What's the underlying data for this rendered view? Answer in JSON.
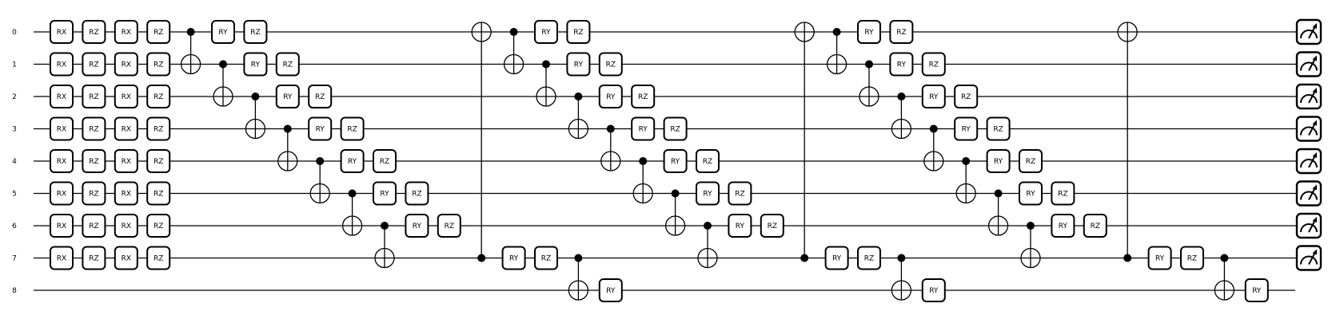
{
  "diagram": {
    "type": "quantum-circuit",
    "qubit_labels": [
      "0",
      "1",
      "2",
      "3",
      "4",
      "5",
      "6",
      "7",
      "8"
    ],
    "measured_qubits": [
      0,
      1,
      2,
      3,
      4,
      5,
      6,
      7
    ],
    "measure_icon": "meter-icon",
    "gates": [
      {
        "name": "RX",
        "qubits": [
          0,
          1,
          2,
          3,
          4,
          5,
          6,
          7
        ],
        "col": 0
      },
      {
        "name": "RZ",
        "qubits": [
          0,
          1,
          2,
          3,
          4,
          5,
          6,
          7
        ],
        "col": 1
      },
      {
        "name": "RX",
        "qubits": [
          0,
          1,
          2,
          3,
          4,
          5,
          6,
          7
        ],
        "col": 2
      },
      {
        "name": "RZ",
        "qubits": [
          0,
          1,
          2,
          3,
          4,
          5,
          6,
          7
        ],
        "col": 3
      },
      {
        "name": "CNOT",
        "control": 0,
        "target": 1,
        "col": 4
      },
      {
        "name": "RY",
        "qubits": [
          0
        ],
        "col": 5
      },
      {
        "name": "RZ",
        "qubits": [
          0
        ],
        "col": 6
      },
      {
        "name": "CNOT",
        "control": 1,
        "target": 2,
        "col": 5
      },
      {
        "name": "RY",
        "qubits": [
          1
        ],
        "col": 6
      },
      {
        "name": "RZ",
        "qubits": [
          1
        ],
        "col": 7
      },
      {
        "name": "CNOT",
        "control": 2,
        "target": 3,
        "col": 6
      },
      {
        "name": "RY",
        "qubits": [
          2
        ],
        "col": 7
      },
      {
        "name": "RZ",
        "qubits": [
          2
        ],
        "col": 8
      },
      {
        "name": "CNOT",
        "control": 3,
        "target": 4,
        "col": 7
      },
      {
        "name": "RY",
        "qubits": [
          3
        ],
        "col": 8
      },
      {
        "name": "RZ",
        "qubits": [
          3
        ],
        "col": 9
      },
      {
        "name": "CNOT",
        "control": 4,
        "target": 5,
        "col": 8
      },
      {
        "name": "RY",
        "qubits": [
          4
        ],
        "col": 9
      },
      {
        "name": "RZ",
        "qubits": [
          4
        ],
        "col": 10
      },
      {
        "name": "CNOT",
        "control": 5,
        "target": 6,
        "col": 9
      },
      {
        "name": "RY",
        "qubits": [
          5
        ],
        "col": 10
      },
      {
        "name": "RZ",
        "qubits": [
          5
        ],
        "col": 11
      },
      {
        "name": "CNOT",
        "control": 6,
        "target": 7,
        "col": 10
      },
      {
        "name": "RY",
        "qubits": [
          6
        ],
        "col": 11
      },
      {
        "name": "RZ",
        "qubits": [
          6
        ],
        "col": 12
      },
      {
        "name": "CNOT",
        "control": 7,
        "target": 0,
        "col": 13
      },
      {
        "name": "RY",
        "qubits": [
          7
        ],
        "col": 14
      },
      {
        "name": "RZ",
        "qubits": [
          7
        ],
        "col": 15
      },
      {
        "name": "CNOT",
        "control": 0,
        "target": 1,
        "col": 14
      },
      {
        "name": "RY",
        "qubits": [
          0
        ],
        "col": 15
      },
      {
        "name": "RZ",
        "qubits": [
          0
        ],
        "col": 16
      },
      {
        "name": "CNOT",
        "control": 1,
        "target": 2,
        "col": 15
      },
      {
        "name": "RY",
        "qubits": [
          1
        ],
        "col": 16
      },
      {
        "name": "RZ",
        "qubits": [
          1
        ],
        "col": 17
      },
      {
        "name": "CNOT",
        "control": 7,
        "target": 8,
        "col": 16
      },
      {
        "name": "RY",
        "qubits": [
          8
        ],
        "col": 17
      },
      {
        "name": "CNOT",
        "control": 2,
        "target": 3,
        "col": 16
      },
      {
        "name": "RY",
        "qubits": [
          2
        ],
        "col": 17
      },
      {
        "name": "RZ",
        "qubits": [
          2
        ],
        "col": 18
      },
      {
        "name": "CNOT",
        "control": 3,
        "target": 4,
        "col": 17
      },
      {
        "name": "RY",
        "qubits": [
          3
        ],
        "col": 18
      },
      {
        "name": "RZ",
        "qubits": [
          3
        ],
        "col": 19
      },
      {
        "name": "CNOT",
        "control": 4,
        "target": 5,
        "col": 18
      },
      {
        "name": "RY",
        "qubits": [
          4
        ],
        "col": 19
      },
      {
        "name": "RZ",
        "qubits": [
          4
        ],
        "col": 20
      },
      {
        "name": "CNOT",
        "control": 5,
        "target": 6,
        "col": 19
      },
      {
        "name": "RY",
        "qubits": [
          5
        ],
        "col": 20
      },
      {
        "name": "RZ",
        "qubits": [
          5
        ],
        "col": 21
      },
      {
        "name": "CNOT",
        "control": 6,
        "target": 7,
        "col": 20
      },
      {
        "name": "RY",
        "qubits": [
          6
        ],
        "col": 21
      },
      {
        "name": "RZ",
        "qubits": [
          6
        ],
        "col": 22
      },
      {
        "name": "CNOT",
        "control": 7,
        "target": 0,
        "col": 23
      },
      {
        "name": "RY",
        "qubits": [
          7
        ],
        "col": 24
      },
      {
        "name": "RZ",
        "qubits": [
          7
        ],
        "col": 25
      },
      {
        "name": "CNOT",
        "control": 0,
        "target": 1,
        "col": 24
      },
      {
        "name": "RY",
        "qubits": [
          0
        ],
        "col": 25
      },
      {
        "name": "RZ",
        "qubits": [
          0
        ],
        "col": 26
      },
      {
        "name": "CNOT",
        "control": 1,
        "target": 2,
        "col": 25
      },
      {
        "name": "RY",
        "qubits": [
          1
        ],
        "col": 26
      },
      {
        "name": "RZ",
        "qubits": [
          1
        ],
        "col": 27
      },
      {
        "name": "CNOT",
        "control": 7,
        "target": 8,
        "col": 26
      },
      {
        "name": "RY",
        "qubits": [
          8
        ],
        "col": 27
      },
      {
        "name": "CNOT",
        "control": 2,
        "target": 3,
        "col": 26
      },
      {
        "name": "RY",
        "qubits": [
          2
        ],
        "col": 27
      },
      {
        "name": "RZ",
        "qubits": [
          2
        ],
        "col": 28
      },
      {
        "name": "CNOT",
        "control": 3,
        "target": 4,
        "col": 27
      },
      {
        "name": "RY",
        "qubits": [
          3
        ],
        "col": 28
      },
      {
        "name": "RZ",
        "qubits": [
          3
        ],
        "col": 29
      },
      {
        "name": "CNOT",
        "control": 4,
        "target": 5,
        "col": 28
      },
      {
        "name": "RY",
        "qubits": [
          4
        ],
        "col": 29
      },
      {
        "name": "RZ",
        "qubits": [
          4
        ],
        "col": 30
      },
      {
        "name": "CNOT",
        "control": 5,
        "target": 6,
        "col": 29
      },
      {
        "name": "RY",
        "qubits": [
          5
        ],
        "col": 30
      },
      {
        "name": "RZ",
        "qubits": [
          5
        ],
        "col": 31
      },
      {
        "name": "CNOT",
        "control": 6,
        "target": 7,
        "col": 30
      },
      {
        "name": "RY",
        "qubits": [
          6
        ],
        "col": 31
      },
      {
        "name": "RZ",
        "qubits": [
          6
        ],
        "col": 32
      },
      {
        "name": "CNOT",
        "control": 7,
        "target": 0,
        "col": 33
      },
      {
        "name": "RY",
        "qubits": [
          7
        ],
        "col": 34
      },
      {
        "name": "RZ",
        "qubits": [
          7
        ],
        "col": 35
      },
      {
        "name": "CNOT",
        "control": 7,
        "target": 8,
        "col": 36
      },
      {
        "name": "RY",
        "qubits": [
          8
        ],
        "col": 37
      }
    ]
  }
}
